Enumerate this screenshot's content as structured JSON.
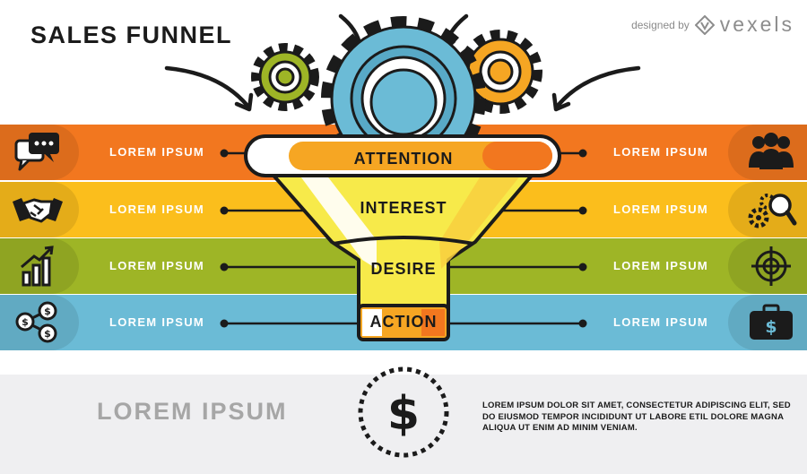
{
  "title": "SALES FUNNEL",
  "credit": {
    "prefix": "designed by",
    "brand": "vexels"
  },
  "colors": {
    "orange": "#f2771f",
    "amber": "#fbbe1c",
    "green": "#9eb526",
    "blue": "#6bbbd6",
    "outline": "#1b1b1b"
  },
  "stages": [
    "ATTENTION",
    "INTEREST",
    "DESIRE",
    "ACTION"
  ],
  "left_labels": [
    "LOREM IPSUM",
    "LOREM IPSUM",
    "LOREM IPSUM",
    "LOREM IPSUM"
  ],
  "right_labels": [
    "LOREM IPSUM",
    "LOREM IPSUM",
    "LOREM IPSUM",
    "LOREM IPSUM"
  ],
  "left_icons": [
    "chat-bubbles-icon",
    "handshake-icon",
    "growth-chart-icon",
    "money-network-icon"
  ],
  "right_icons": [
    "people-group-icon",
    "gears-magnifier-icon",
    "target-icon",
    "money-briefcase-icon"
  ],
  "footer": {
    "title": "LOREM IPSUM",
    "text": "LOREM IPSUM DOLOR SIT AMET, CONSECTETUR ADIPISCING ELIT, SED DO EIUSMOD TEMPOR INCIDIDUNT UT LABORE ETIL DOLORE MAGNA ALIQUA UT ENIM AD MINIM VENIAM.",
    "icon": "dollar-badge-icon",
    "symbol": "$"
  }
}
